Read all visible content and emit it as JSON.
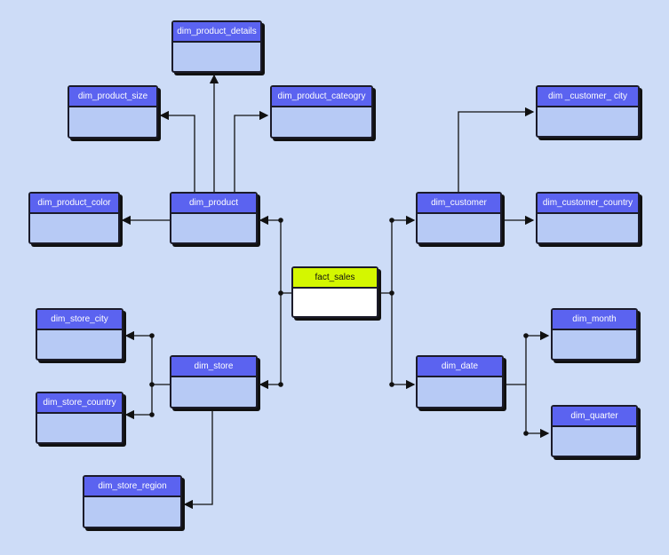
{
  "colors": {
    "background": "#cddcf7",
    "dimension_header": "#5b63f0",
    "dimension_body": "#b7caf5",
    "fact_header": "#d4f700",
    "fact_body": "#ffffff"
  },
  "tables": {
    "fact_sales": "fact_sales",
    "dim_product": "dim_product",
    "dim_product_details": "dim_product_details",
    "dim_product_size": "dim_product_size",
    "dim_product_cateogry": "dim_product_cateogry",
    "dim_product_color": "dim_product_color",
    "dim_customer": "dim_customer",
    "dim_customer_city": "dim _customer_ city",
    "dim_customer_country": "dim_customer_country",
    "dim_store": "dim_store",
    "dim_store_city": "dim_store_city",
    "dim_store_country": "dim_store_country",
    "dim_store_region": "dim_store_region",
    "dim_date": "dim_date",
    "dim_month": "dim_month",
    "dim_quarter": "dim_quarter"
  }
}
